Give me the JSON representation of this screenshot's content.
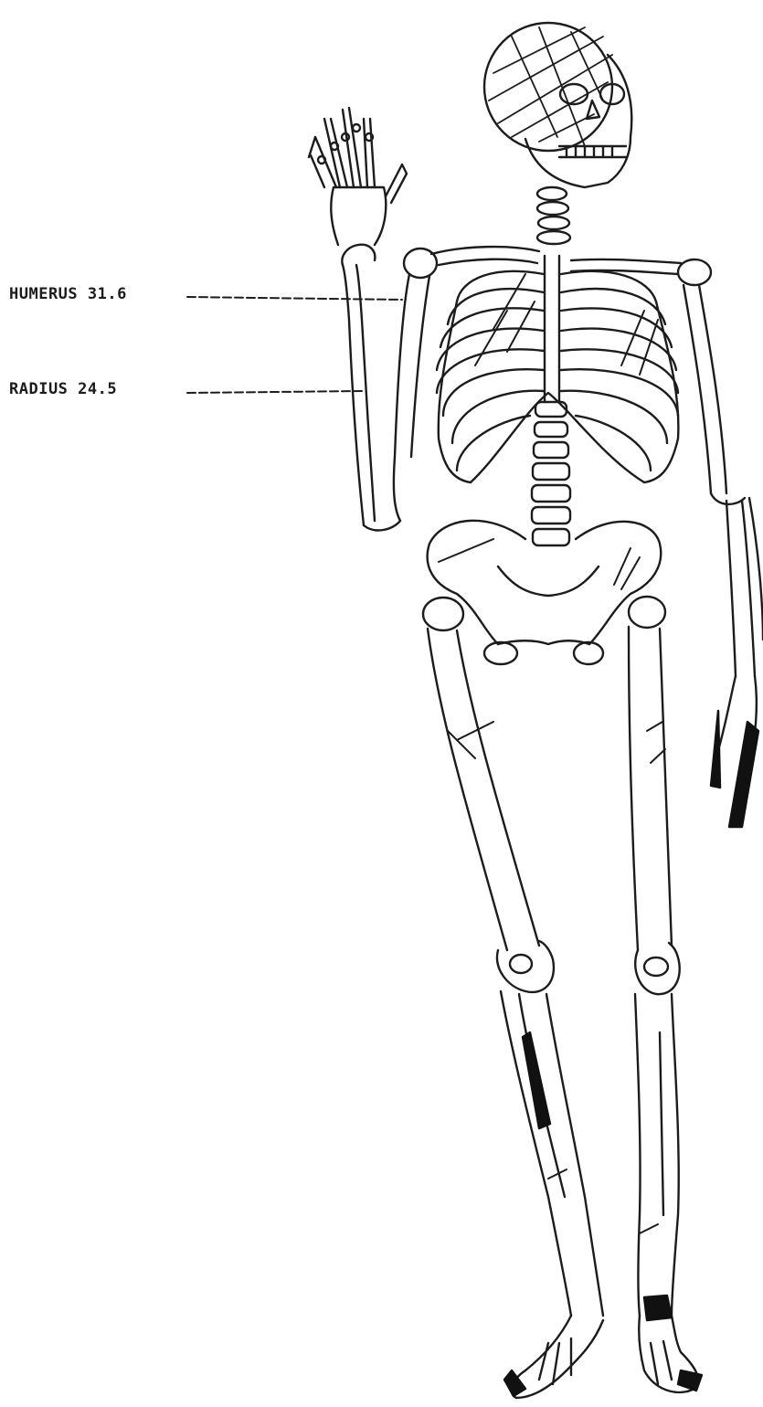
{
  "annotations": [
    {
      "name": "HUMERUS",
      "value": "31.6",
      "text": "HUMERUS 31.6"
    },
    {
      "name": "RADIUS",
      "value": "24.5",
      "text": "RADIUS 24.5"
    }
  ],
  "colors": {
    "ink": "#1c1c1c",
    "paper": "#ffffff",
    "shaded": "#111111"
  }
}
